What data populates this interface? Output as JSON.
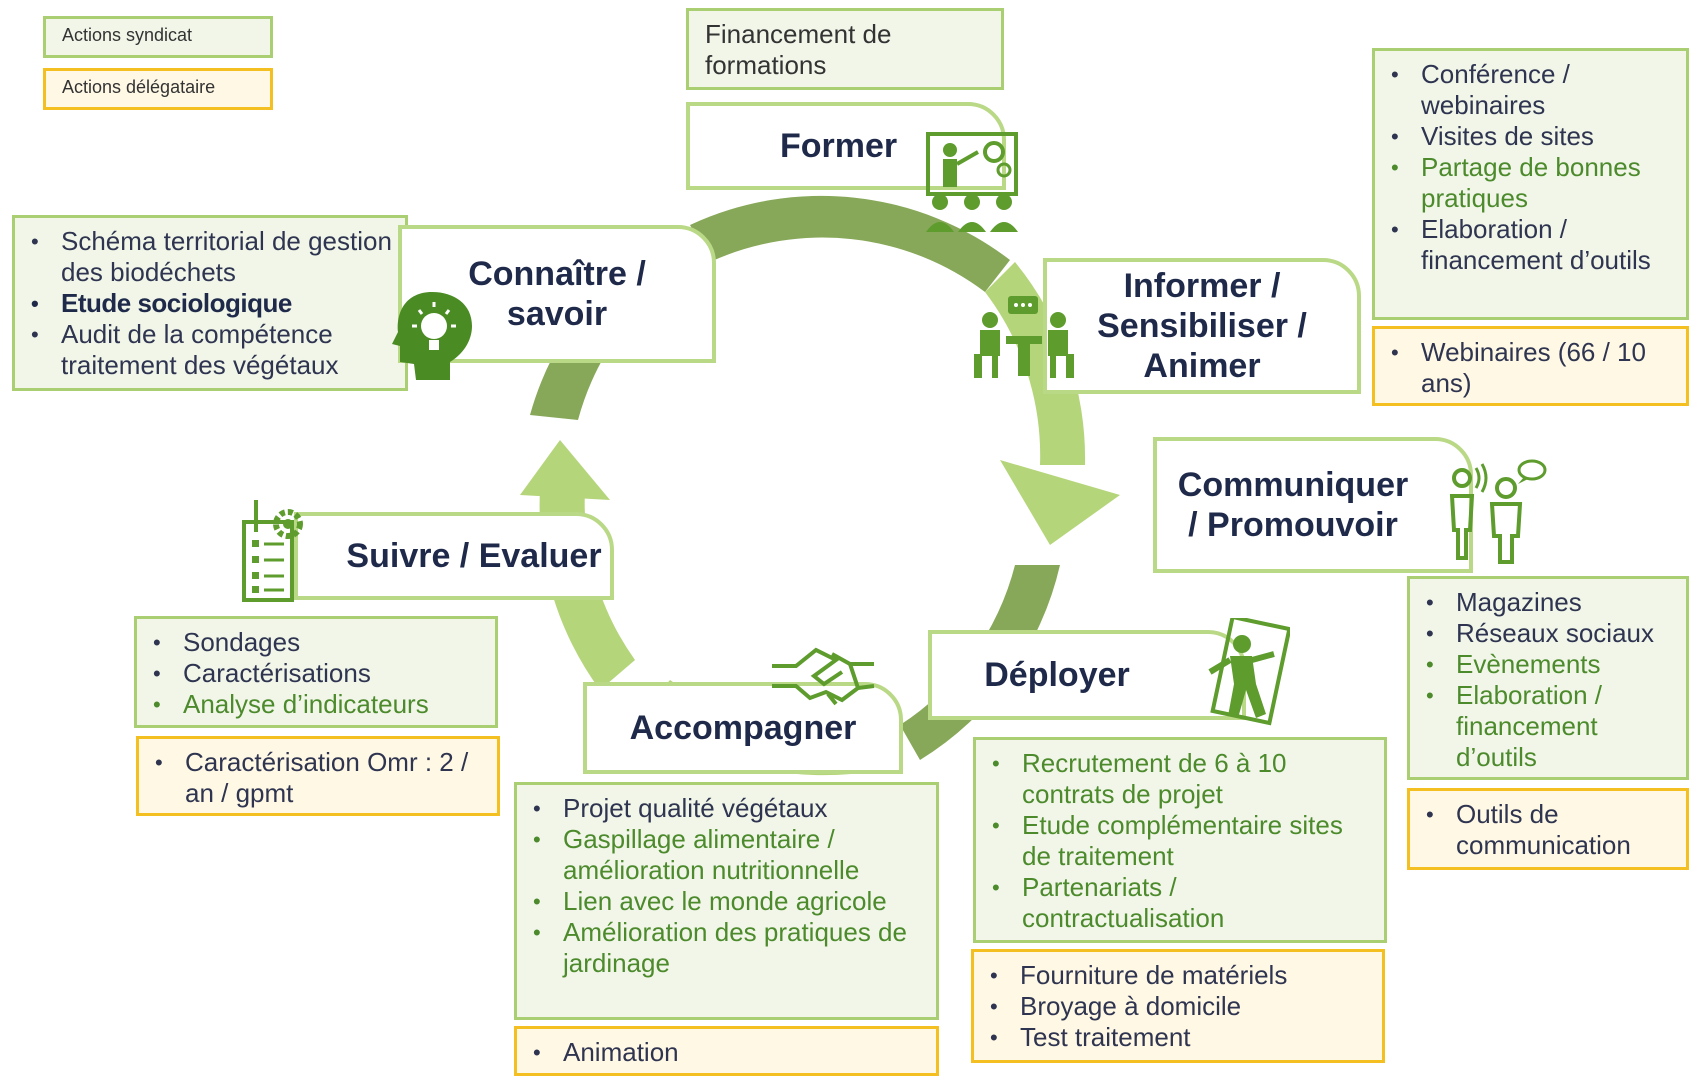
{
  "legend": {
    "syndicat": "Actions syndicat",
    "delegataire": "Actions délégataire"
  },
  "colors": {
    "green_border": "#a9cf72",
    "green_fill": "#f1f6e9",
    "yellow_border": "#f4c021",
    "yellow_fill": "#fff8e5",
    "arrow_light": "#b5d57a",
    "arrow_dark": "#87a858",
    "icon_green": "#5e9c2e",
    "title_navy": "#1f2a4a"
  },
  "stages": {
    "former": {
      "label": "Former",
      "icon": "training-presentation-icon",
      "note": "Financement de formations"
    },
    "connaitre": {
      "label": "Connaître / savoir",
      "icon": "head-lightbulb-icon",
      "syndicat": [
        {
          "text": "Schéma territorial de gestion des biodéchets"
        },
        {
          "text": "Etude sociologique"
        },
        {
          "text": "Audit de la compétence traitement des végétaux"
        }
      ]
    },
    "informer": {
      "label": "Informer / Sensibiliser / Animer",
      "icon": "meeting-discussion-icon",
      "syndicat": [
        {
          "text": "Conférence / webinaires"
        },
        {
          "text": "Visites de sites"
        },
        {
          "text": "Partage de bonnes pratiques"
        },
        {
          "text": "Elaboration / financement d’outils"
        }
      ],
      "delegataire": [
        {
          "text": "Webinaires (66 / 10 ans)"
        }
      ]
    },
    "communiquer": {
      "label": "Communiquer / Promouvoir",
      "icon": "speaking-people-icon",
      "syndicat": [
        {
          "text": "Magazines"
        },
        {
          "text": "Réseaux sociaux"
        },
        {
          "text": "Evènements"
        },
        {
          "text": "Elaboration / financement d’outils"
        }
      ],
      "delegataire": [
        {
          "text": "Outils de communication"
        }
      ]
    },
    "deployer": {
      "label": "Déployer",
      "icon": "person-installing-panel-icon",
      "syndicat": [
        {
          "text": "Recrutement de 6 à 10 contrats de projet"
        },
        {
          "text": "Etude complémentaire sites de traitement"
        },
        {
          "text": "Partenariats / contractualisation"
        }
      ],
      "delegataire": [
        {
          "text": "Fourniture de matériels"
        },
        {
          "text": "Broyage à domicile"
        },
        {
          "text": "Test traitement"
        }
      ]
    },
    "accompagner": {
      "label": "Accompagner",
      "icon": "handshake-icon",
      "syndicat": [
        {
          "text": "Projet qualité végétaux"
        },
        {
          "text": "Gaspillage alimentaire / amélioration nutritionnelle"
        },
        {
          "text": "Lien avec le monde agricole"
        },
        {
          "text": "Amélioration des pratiques de jardinage"
        }
      ],
      "delegataire": [
        {
          "text": "Animation"
        }
      ]
    },
    "suivre": {
      "label": "Suivre / Evaluer",
      "icon": "checklist-gear-icon",
      "syndicat": [
        {
          "text": "Sondages"
        },
        {
          "text": "Caractérisations"
        },
        {
          "text": "Analyse d’indicateurs"
        }
      ],
      "delegataire": [
        {
          "text": "Caractérisation Omr : 2 / an / gpmt"
        }
      ]
    }
  }
}
